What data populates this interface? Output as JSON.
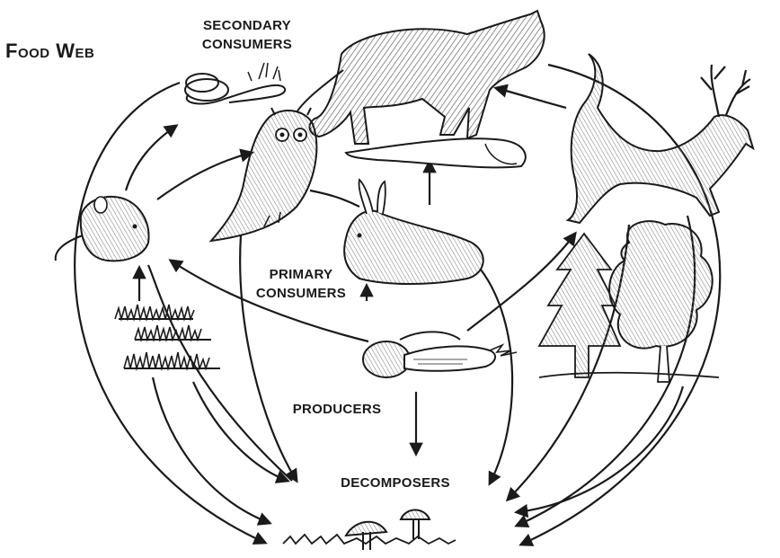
{
  "title": "Food Web",
  "labels": {
    "secondary_line1": "SECONDARY",
    "secondary_line2": "CONSUMERS",
    "primary_line1": "PRIMARY",
    "primary_line2": "CONSUMERS",
    "producers": "PRODUCERS",
    "decomposers": "DECOMPOSERS"
  },
  "organisms": [
    "snake",
    "owl",
    "cougar",
    "mouse",
    "rabbit",
    "deer",
    "grass",
    "vegetables",
    "trees",
    "mushrooms"
  ],
  "colors": {
    "ink": "#1a1a1a",
    "shade": "#888888",
    "background": "#ffffff"
  }
}
